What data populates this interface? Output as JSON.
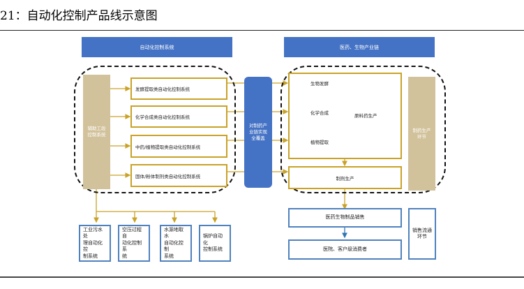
{
  "title": "21：自动化控制产品线示意图",
  "headers": {
    "left": "自动化控制系统",
    "right": "医药、生物产业链"
  },
  "left_group": {
    "auxiliary": "辅助工段\n控制系统",
    "systems": [
      "发酵提取类自动化控制系统",
      "化学合成类自动化控制系统",
      "中药/植物提取类自动化控制系统",
      "固体/粉体制剂类自动化控制系统"
    ]
  },
  "center": {
    "coverage": "对制药产\n业链实现\n全覆盖"
  },
  "right_group": {
    "raw_inputs": [
      "生物发酵",
      "化学合成",
      "植物提取"
    ],
    "raw_output": "原料药生产",
    "formulation": "制剂生产",
    "stage_label": "制药生产\n环节"
  },
  "sales": {
    "product_sales": "医药生物制品销售",
    "consumers": "医院、客户级消费者",
    "channel_label": "销售流通\n环节"
  },
  "auxiliary_systems": [
    "工业污水处\n理自动化控\n制系统",
    "空压过程自\n动化控制系\n统",
    "水源地取水\n自动化控制\n系统",
    "锅炉自动化\n控制系统"
  ],
  "colors": {
    "header_blue": "#4472c4",
    "gold_line": "#c9a227",
    "tan": "#d2c29b",
    "box_blue": "#4f81bd"
  }
}
